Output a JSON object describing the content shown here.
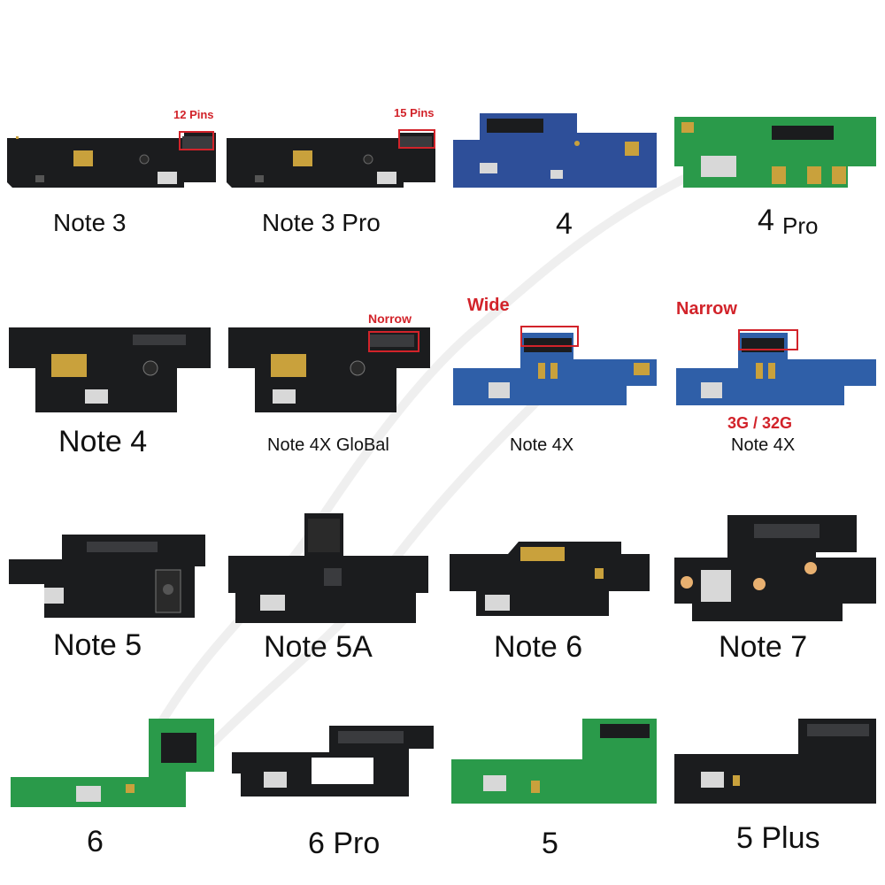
{
  "colors": {
    "black_board": "#1b1c1e",
    "blue_board": "#2e4f99",
    "blue_board_light": "#2f5fa8",
    "green_board": "#2a9a4a",
    "gold": "#c9a13c",
    "annotation": "#d2232a"
  },
  "annotations": {
    "note3_pins": "12 Pins",
    "note3pro_pins": "15 Pins",
    "note4x_global_connector": "Norrow",
    "note4x_wide": "Wide",
    "note4x_narrow": "Narrow",
    "note4x_storage": "3G  /  32G"
  },
  "boards": [
    {
      "name": "Note 3",
      "style": "black"
    },
    {
      "name": "Note 3 Pro",
      "style": "black"
    },
    {
      "name": "4",
      "style": "blue"
    },
    {
      "name": "4 Pro",
      "style": "green"
    },
    {
      "name": "Note 4",
      "style": "black"
    },
    {
      "name": "Note 4X GloBal",
      "style": "black"
    },
    {
      "name": "Note 4X",
      "style": "blue"
    },
    {
      "name": "Note 4X",
      "style": "blue"
    },
    {
      "name": "Note 5",
      "style": "black"
    },
    {
      "name": "Note 5A",
      "style": "black"
    },
    {
      "name": "Note 6",
      "style": "black"
    },
    {
      "name": "Note 7",
      "style": "black"
    },
    {
      "name": "6",
      "style": "green"
    },
    {
      "name": "6 Pro",
      "style": "black"
    },
    {
      "name": "5",
      "style": "green"
    },
    {
      "name": "5 Plus",
      "style": "black"
    }
  ],
  "labels": {
    "l4_main": "4",
    "l4pro_main": "4",
    "l4pro_suffix": "Pro"
  }
}
